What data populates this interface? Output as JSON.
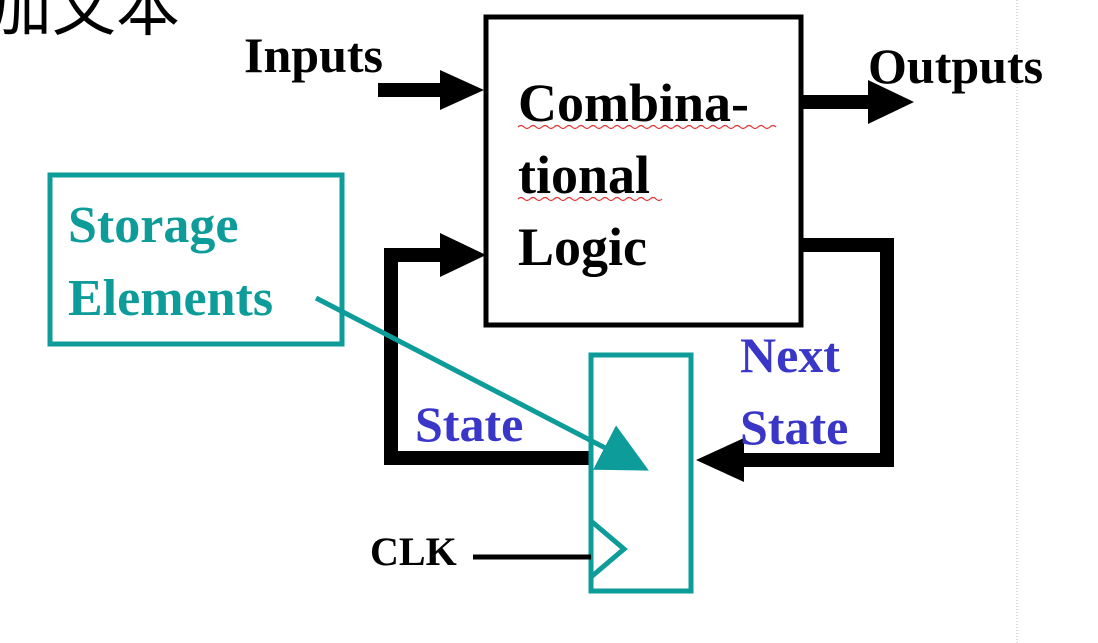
{
  "header_fragment": "加文本",
  "labels": {
    "inputs": "Inputs",
    "outputs": "Outputs",
    "logic_line1": "Combina-",
    "logic_line2": "tional",
    "logic_line3": "Logic",
    "storage_line1": "Storage",
    "storage_line2": "Elements",
    "next_line1": "Next",
    "next_line2": "State",
    "state": "State",
    "clk": "CLK"
  },
  "colors": {
    "black": "#000000",
    "teal": "#0e9c9a",
    "blue": "#3a36c8"
  }
}
